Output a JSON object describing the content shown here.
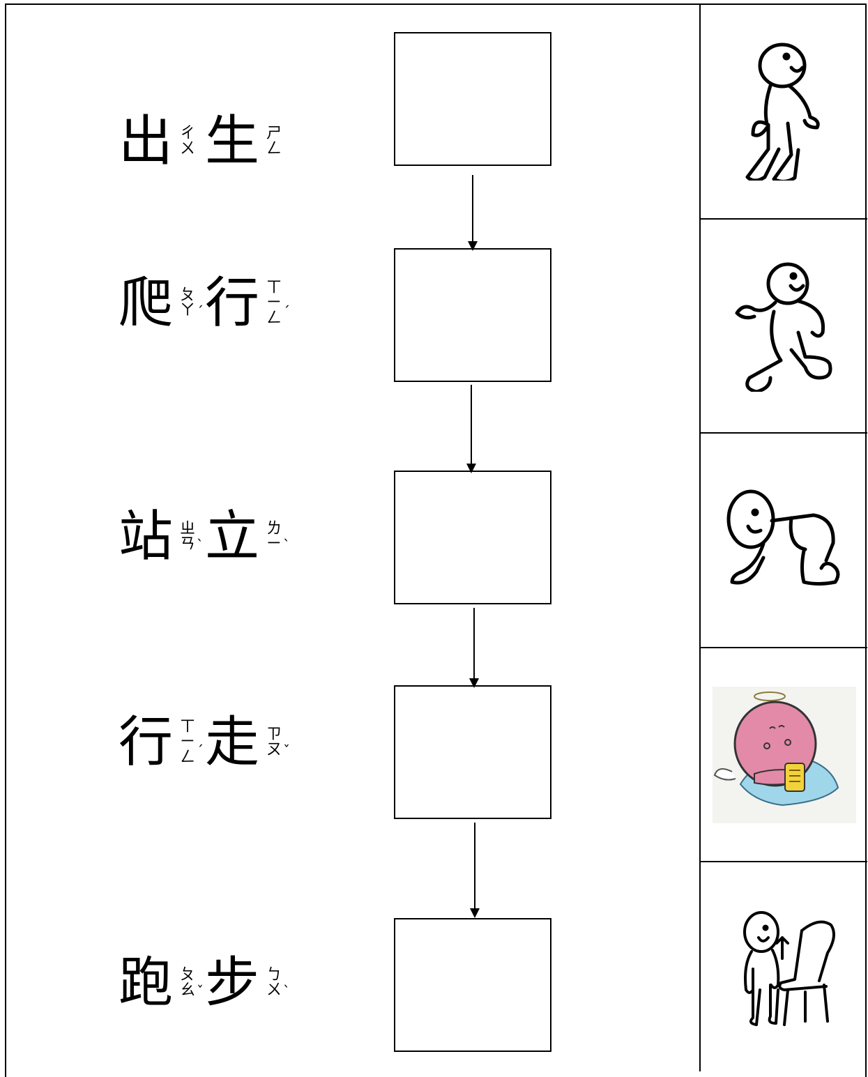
{
  "words": [
    {
      "id": "birth",
      "chars": [
        {
          "hanzi": "出",
          "zhuyin": [
            "ㄔ",
            "ㄨ"
          ],
          "tone": ""
        },
        {
          "hanzi": "生",
          "zhuyin": [
            "ㄕ",
            "ㄥ"
          ],
          "tone": ""
        }
      ]
    },
    {
      "id": "crawl",
      "chars": [
        {
          "hanzi": "爬",
          "zhuyin": [
            "ㄆ",
            "ㄚ"
          ],
          "tone": "ˊ"
        },
        {
          "hanzi": "行",
          "zhuyin": [
            "ㄒ",
            "ㄧ",
            "ㄥ"
          ],
          "tone": "ˊ"
        }
      ]
    },
    {
      "id": "stand",
      "chars": [
        {
          "hanzi": "站",
          "zhuyin": [
            "ㄓ",
            "ㄢ"
          ],
          "tone": "ˋ"
        },
        {
          "hanzi": "立",
          "zhuyin": [
            "ㄌ",
            "ㄧ"
          ],
          "tone": "ˋ"
        }
      ]
    },
    {
      "id": "walk",
      "chars": [
        {
          "hanzi": "行",
          "zhuyin": [
            "ㄒ",
            "ㄧ",
            "ㄥ"
          ],
          "tone": "ˊ"
        },
        {
          "hanzi": "走",
          "zhuyin": [
            "ㄗ",
            "ㄡ"
          ],
          "tone": "ˇ"
        }
      ]
    },
    {
      "id": "run",
      "chars": [
        {
          "hanzi": "跑",
          "zhuyin": [
            "ㄆ",
            "ㄠ"
          ],
          "tone": "ˇ"
        },
        {
          "hanzi": "步",
          "zhuyin": [
            "ㄅ",
            "ㄨ"
          ],
          "tone": "ˋ"
        }
      ]
    }
  ],
  "pictures": [
    {
      "icon": "walking-person-icon"
    },
    {
      "icon": "running-person-icon"
    },
    {
      "icon": "crawling-baby-icon"
    },
    {
      "icon": "baby-angel-with-bottle-icon"
    },
    {
      "icon": "person-standing-up-from-chair-icon"
    }
  ]
}
